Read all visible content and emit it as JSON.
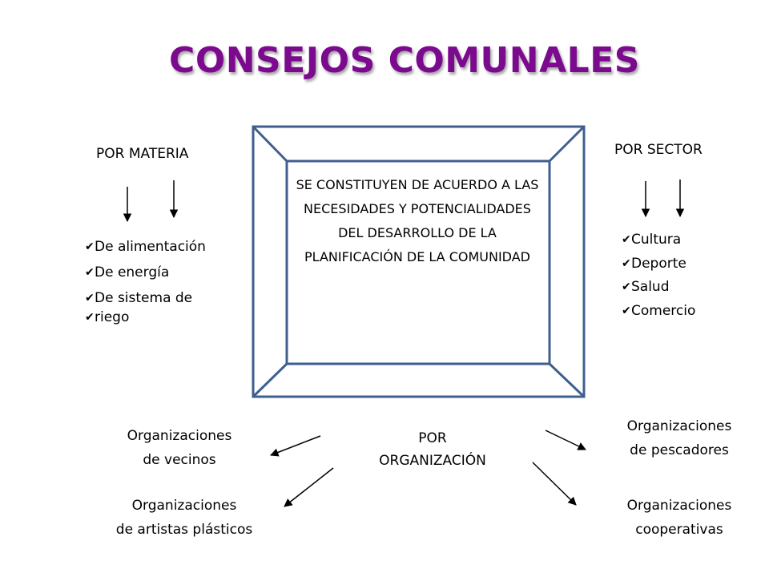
{
  "title": "CONSEJOS COMUNALES",
  "center_text": "SE CONSTITUYEN DE ACUERDO A LAS NECESIDADES Y POTENCIALIDADES DEL DESARROLLO DE LA PLANIFICACIÓN DE LA COMUNIDAD",
  "por_materia": {
    "label": "POR MATERIA",
    "items": [
      "De alimentación",
      "De energía",
      "De sistema de",
      "riego"
    ]
  },
  "por_sector": {
    "label": "POR SECTOR",
    "items": [
      "Cultura",
      "Deporte",
      "Salud",
      "Comercio"
    ]
  },
  "por_organizacion": {
    "label_line1": "POR",
    "label_line2": "ORGANIZACIÓN",
    "targets": {
      "vecinos": [
        "Organizaciones",
        "de vecinos"
      ],
      "artistas": [
        "Organizaciones",
        "de artistas plásticos"
      ],
      "pescadores": [
        "Organizaciones",
        "de pescadores"
      ],
      "cooperativas": [
        "Organizaciones",
        "cooperativas"
      ]
    }
  },
  "colors": {
    "title": "#7B0A8E",
    "frame": "#3F5F8F",
    "arrow": "#000000"
  }
}
